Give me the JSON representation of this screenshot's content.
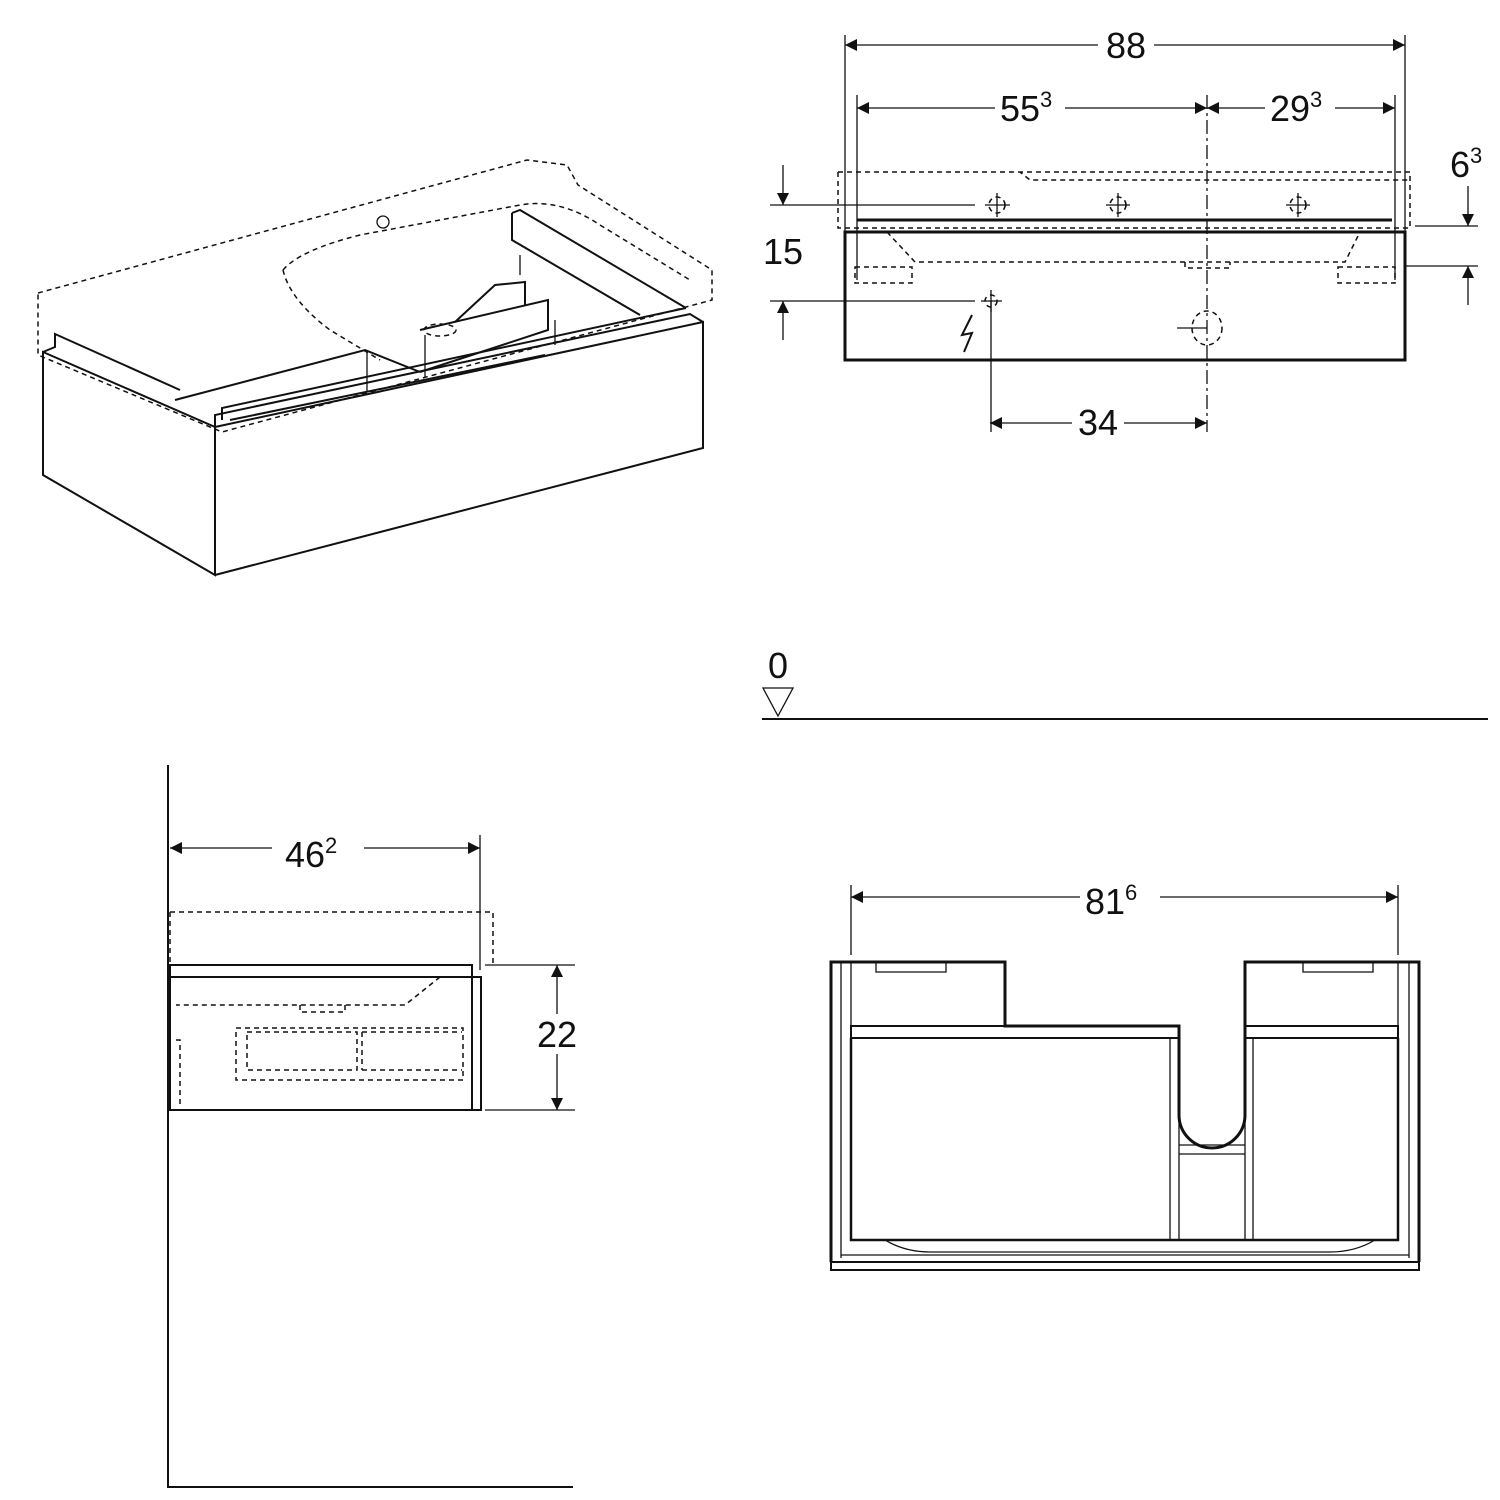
{
  "dimensions": {
    "overall_width": {
      "main": "88",
      "sup": ""
    },
    "left_section": {
      "main": "55",
      "sup": "3"
    },
    "right_section": {
      "main": "29",
      "sup": "3"
    },
    "bracket_height": {
      "main": "6",
      "sup": "3"
    },
    "supply_height": {
      "main": "15",
      "sup": ""
    },
    "outlet_offset": {
      "main": "34",
      "sup": ""
    },
    "floor_level": {
      "main": "0",
      "sup": ""
    },
    "depth": {
      "main": "46",
      "sup": "2"
    },
    "cabinet_height": {
      "main": "22",
      "sup": ""
    },
    "inner_width": {
      "main": "81",
      "sup": "6"
    }
  }
}
